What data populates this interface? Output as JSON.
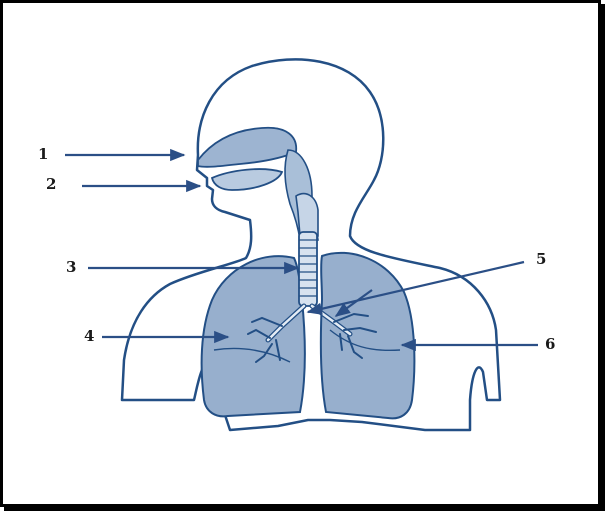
{
  "diagram": {
    "labels": [
      "1",
      "2",
      "3",
      "4",
      "5",
      "6"
    ]
  },
  "colors": {
    "outline": "#234f85",
    "tissue": "#a9bfd8",
    "lung": "#97afcd",
    "arrow": "#2b4f86",
    "frame": "#000000"
  }
}
